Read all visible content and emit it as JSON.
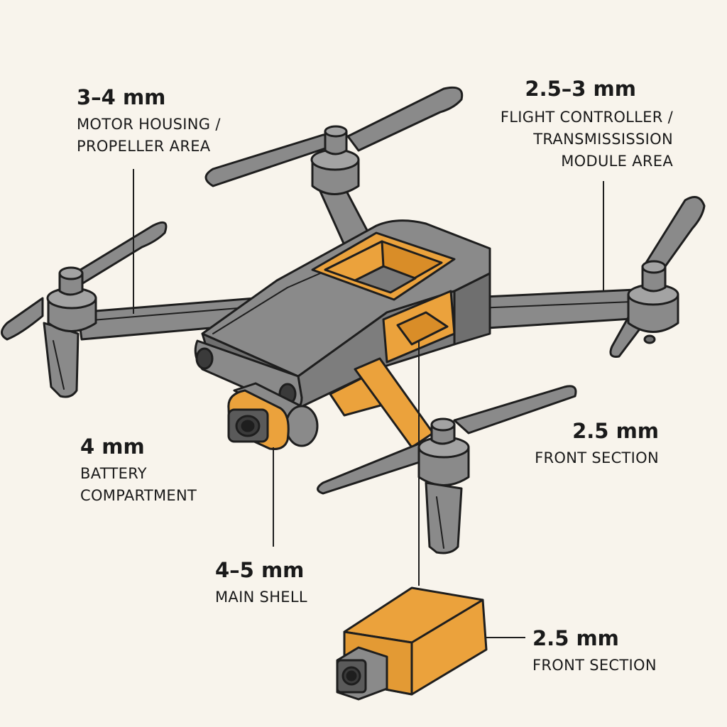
{
  "colors": {
    "background": "#f8f4ec",
    "frame_gray": "#8a8a8a",
    "frame_dark": "#6f6f6f",
    "frame_light": "#a3a3a3",
    "accent_orange": "#eba23c",
    "outline": "#1e1e1e"
  },
  "callouts": {
    "motor": {
      "value": "3–4 mm",
      "label_line1": "MOTOR HOUSING /",
      "label_line2": "PROPELLER AREA"
    },
    "flight_controller": {
      "value": "2.5–3 mm",
      "label_line1": "FLIGHT CONTROLLER /",
      "label_line2": "TRANSMISSISSION",
      "label_line3": "MODULE AREA"
    },
    "battery": {
      "value": "4 mm",
      "label_line1": "BATTERY",
      "label_line2": "COMPARTMENT"
    },
    "front_section": {
      "value": "2.5 mm",
      "label": "FRONT SECTION"
    },
    "main_shell": {
      "value": "4–5 mm",
      "label": "MAIN SHELL"
    },
    "battery_front": {
      "value": "2.5 mm",
      "label": "FRONT SECTION"
    }
  }
}
